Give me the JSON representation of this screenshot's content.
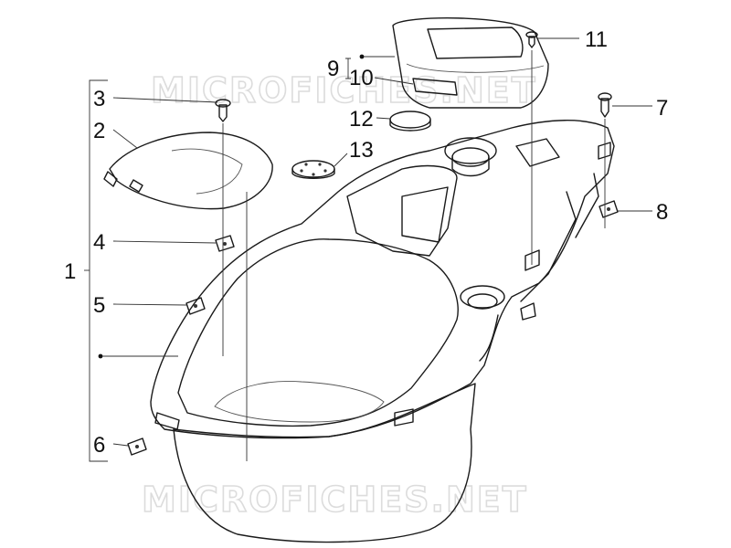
{
  "watermark": "MICROFICHES.NET",
  "callouts": [
    "1",
    "2",
    "3",
    "4",
    "5",
    "6",
    "7",
    "8",
    "9",
    "10",
    "11",
    "12",
    "13"
  ],
  "colors": {
    "line": "#1a1a1a",
    "shade": "#b8b8b8",
    "watermark": "#dcdcdc"
  }
}
